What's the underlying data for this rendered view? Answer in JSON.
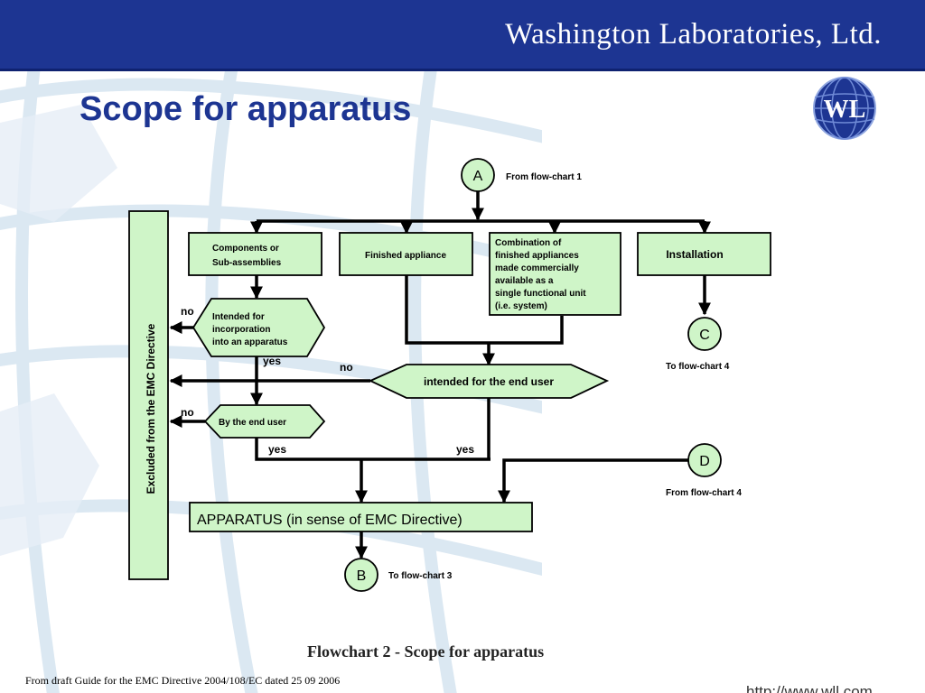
{
  "header": {
    "company": "Washington Laboratories, Ltd."
  },
  "title": "Scope for apparatus",
  "logo_text": "WL",
  "colors": {
    "header_bg": "#1d3592",
    "title": "#1d3592",
    "box_fill": "#cff5c8",
    "box_stroke": "#000000"
  },
  "flowchart": {
    "connector_a": "A",
    "from_chart_1": "From  flow-chart 1",
    "boxes": {
      "components": [
        "Components or",
        "Sub-assemblies"
      ],
      "finished": "Finished appliance",
      "combination": [
        "Combination of",
        "finished appliances",
        "made commercially",
        "available as a",
        "single functional unit",
        "(i.e. system)"
      ],
      "installation": "Installation"
    },
    "decisions": {
      "incorporation": [
        "Intended for",
        "incorporation",
        "into an apparatus"
      ],
      "end_user": "intended for the end user",
      "by_end_user": "By the end user"
    },
    "excluded": "Excluded from the EMC Directive",
    "labels": {
      "no1": "no",
      "yes1": "yes",
      "no2": "no",
      "no3": "no",
      "yes2": "yes",
      "yes3": "yes"
    },
    "connector_c": "C",
    "to_chart_4": "To flow-chart 4",
    "connector_d": "D",
    "from_chart_4": "From  flow-chart 4",
    "apparatus": "APPARATUS (in sense of EMC Directive)",
    "connector_b": "B",
    "to_chart_3": "To flow-chart 3"
  },
  "caption": "Flowchart 2 - Scope for apparatus",
  "footer": {
    "source": "From draft Guide for the EMC Directive 2004/108/EC dated 25 09 2006",
    "url": "http://www.wll.com"
  }
}
